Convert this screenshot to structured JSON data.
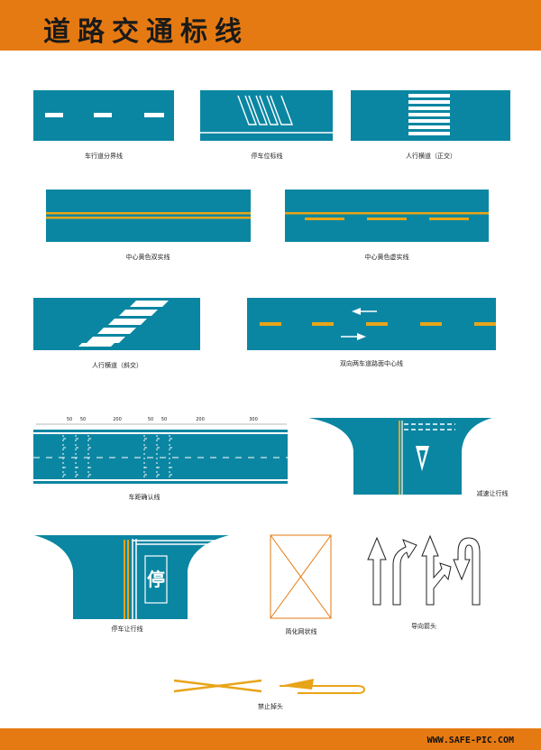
{
  "header": {
    "title": "道路交通标线"
  },
  "footer": {
    "site": "WWW.SAFE-PIC.COM"
  },
  "colors": {
    "road": "#0b86a2",
    "yellow": "#e8a418",
    "orange": "#e67a12",
    "white": "#ffffff",
    "arrow_orange": "#e8a418"
  },
  "captions": {
    "lane_divider": "车行道分界线",
    "parking": "停车位标线",
    "crosswalk_orth": "人行横道（正交）",
    "center_double": "中心黄色双实线",
    "center_solid_dashed": "中心黄色虚实线",
    "crosswalk_oblique": "人行横道（斜交）",
    "two_way_center": "双向两车道路面中心线",
    "distance_confirm": "车距确认线",
    "yield": "减速让行线",
    "stop_yield": "停车让行线",
    "grid": "简化网状线",
    "guide_arrow": "导向箭头",
    "no_uturn": "禁止掉头"
  },
  "distance_labels": [
    "50",
    "50",
    "200",
    "50",
    "50",
    "200",
    "300"
  ],
  "stop_text": "停"
}
